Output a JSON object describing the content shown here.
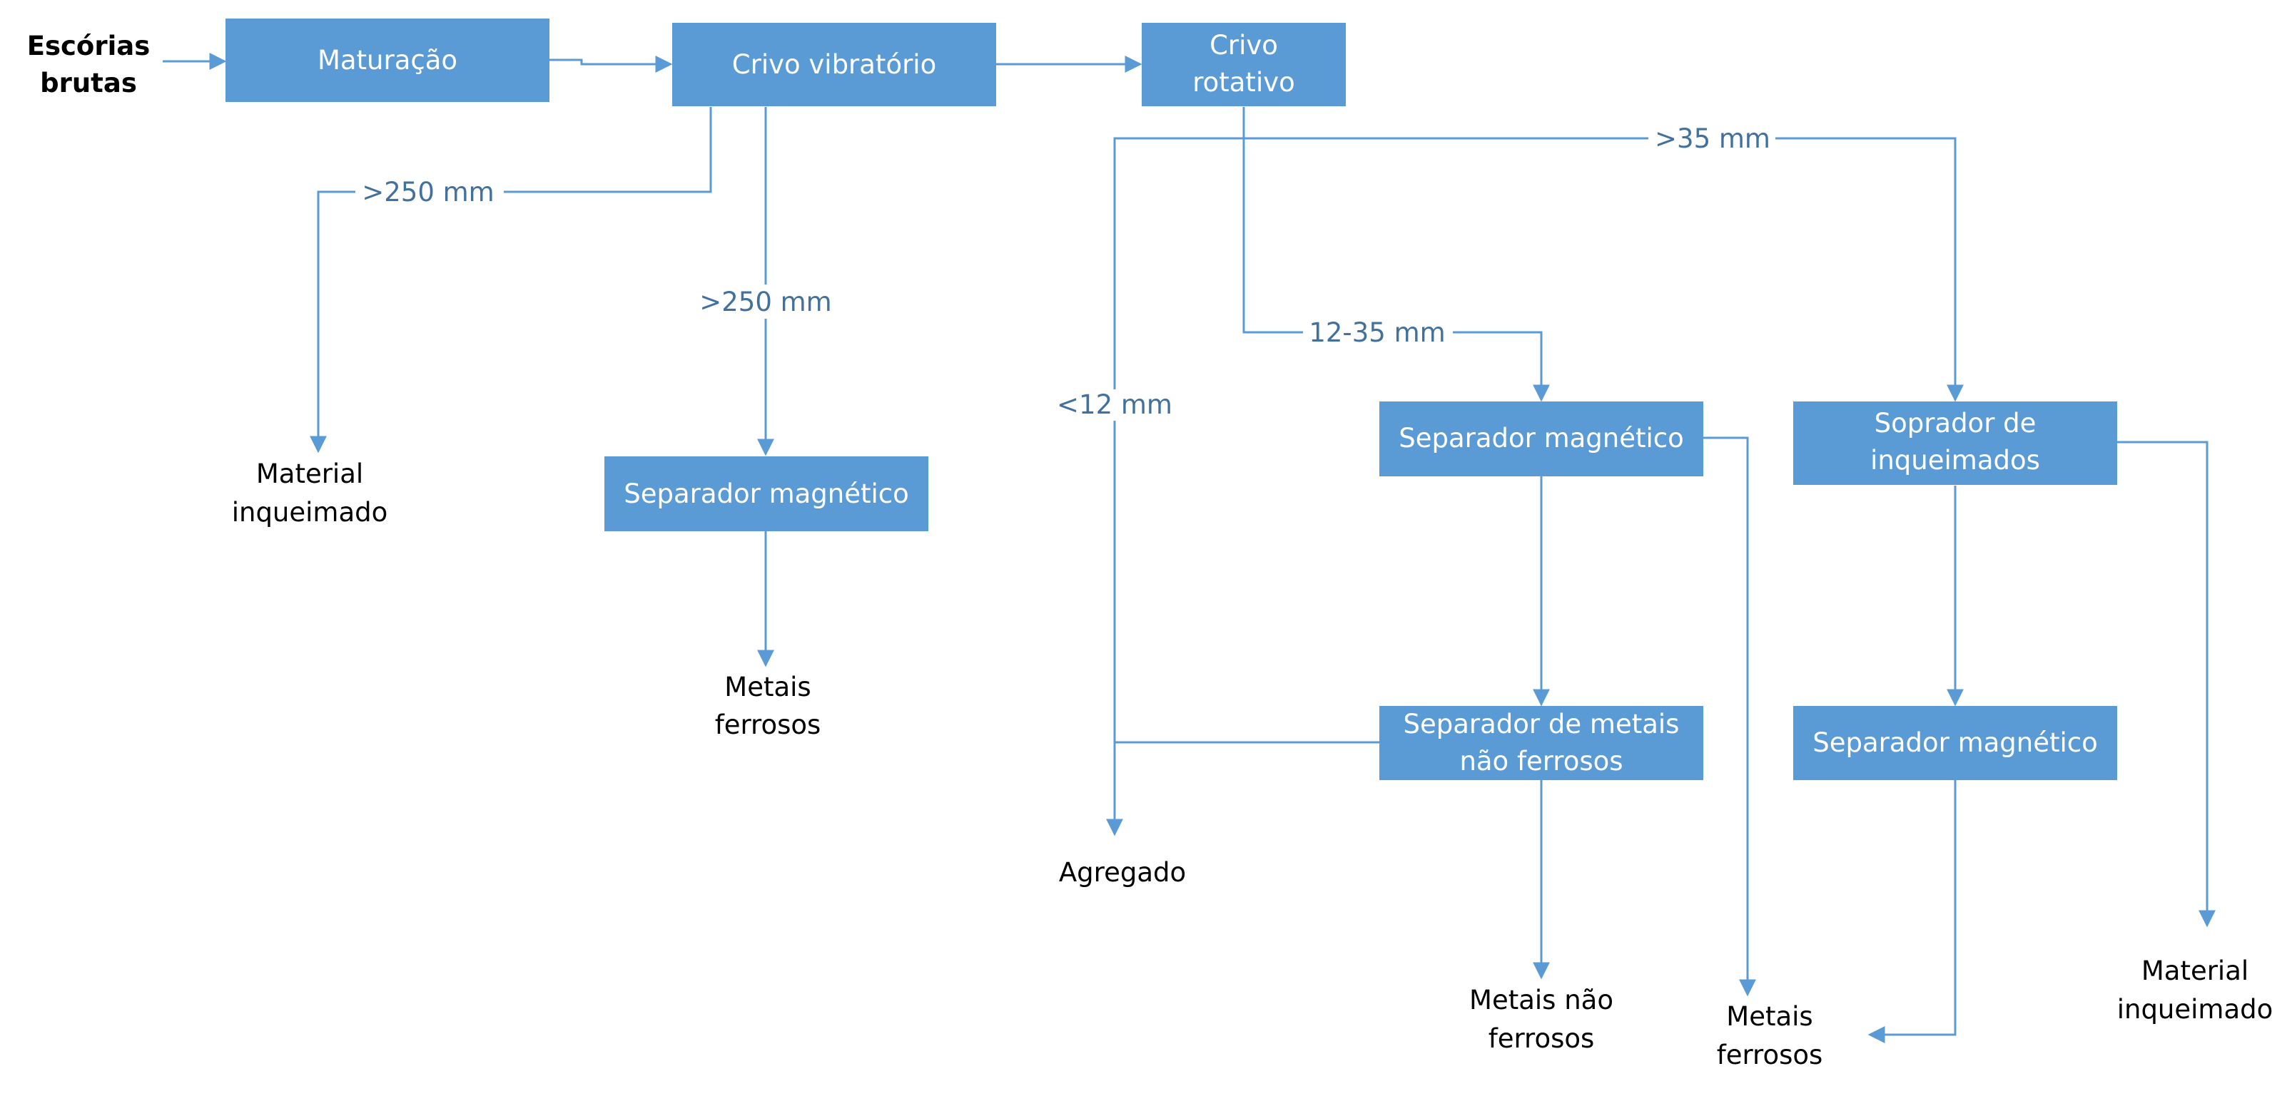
{
  "input": {
    "line1": "Escórias",
    "line2": "brutas"
  },
  "boxes": {
    "maturacao": "Maturação",
    "crivo_vibratorio": "Crivo vibratório",
    "crivo_rotativo": {
      "line1": "Crivo",
      "line2": "rotativo"
    },
    "sep_mag_1": "Separador magnético",
    "sep_mag_2": "Separador magnético",
    "soprador": {
      "line1": "Soprador de",
      "line2": "inqueimados"
    },
    "sep_nao_ferrosos": {
      "line1": "Separador de metais",
      "line2": "não ferrosos"
    },
    "sep_mag_3": "Separador magnético"
  },
  "edge_labels": {
    "gt250_left": ">250 mm",
    "gt250_down": ">250 mm",
    "gt35": ">35 mm",
    "range_12_35": "12-35 mm",
    "lt12": "<12 mm"
  },
  "outputs": {
    "material_inqueimado_1": {
      "line1": "Material",
      "line2": "inqueimado"
    },
    "metais_ferrosos_1": {
      "line1": "Metais",
      "line2": "ferrosos"
    },
    "agregado": "Agregado",
    "metais_nao_ferrosos": {
      "line1": "Metais não",
      "line2": "ferrosos"
    },
    "metais_ferrosos_2": {
      "line1": "Metais",
      "line2": "ferrosos"
    },
    "material_inqueimado_2": {
      "line1": "Material",
      "line2": "inqueimado"
    }
  },
  "colors": {
    "box_fill": "#5b9bd5",
    "box_text": "#ffffff",
    "connector": "#5b9bd5",
    "edge_label": "#41719c",
    "output_text": "#000000"
  }
}
